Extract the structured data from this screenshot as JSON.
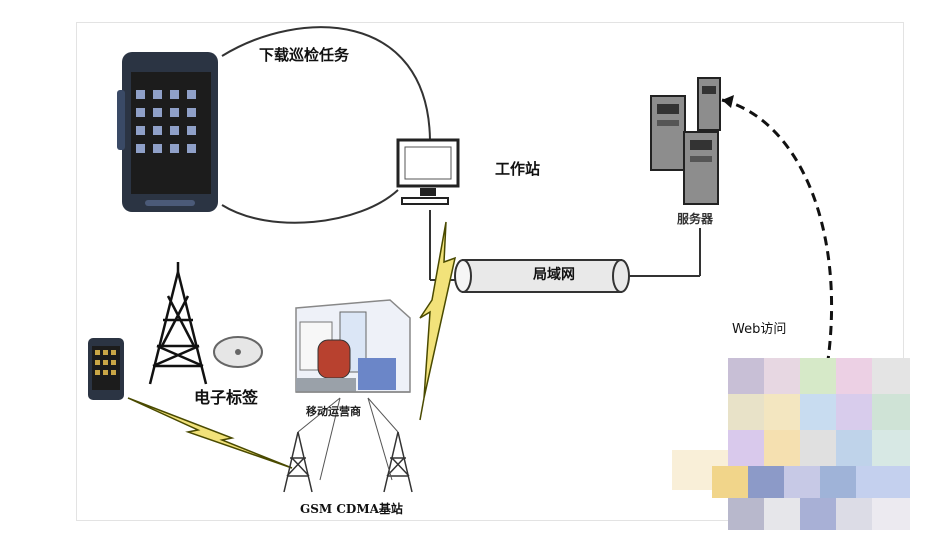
{
  "labels": {
    "download_task": "下载巡检任务",
    "workstation": "工作站",
    "lan": "局域网",
    "server": "服务器",
    "web_access": "Web访问",
    "rfid_tag": "电子标签",
    "operator": "移动运营商",
    "gsm_cdma_station": "GSM CDMA基站"
  },
  "colors": {
    "link_line": "#333333",
    "lightning_fill": "#f2e27a",
    "lightning_stroke": "#4a4a00",
    "phone_body": "#2b3443",
    "phone_screen": "#1c1c1c",
    "pipe_fill": "#e9e9e9",
    "server_body": "#8d8d8d",
    "building_blue": "#6b86c8"
  },
  "icons": {
    "handheld": "android-phone-icon",
    "workstation": "computer-monitor-icon",
    "servers": "server-tower-icon",
    "tower": "radio-tower-icon",
    "tag": "rfid-tag-icon",
    "operator": "operator-building-icon",
    "base_station": "cell-tower-icon"
  }
}
